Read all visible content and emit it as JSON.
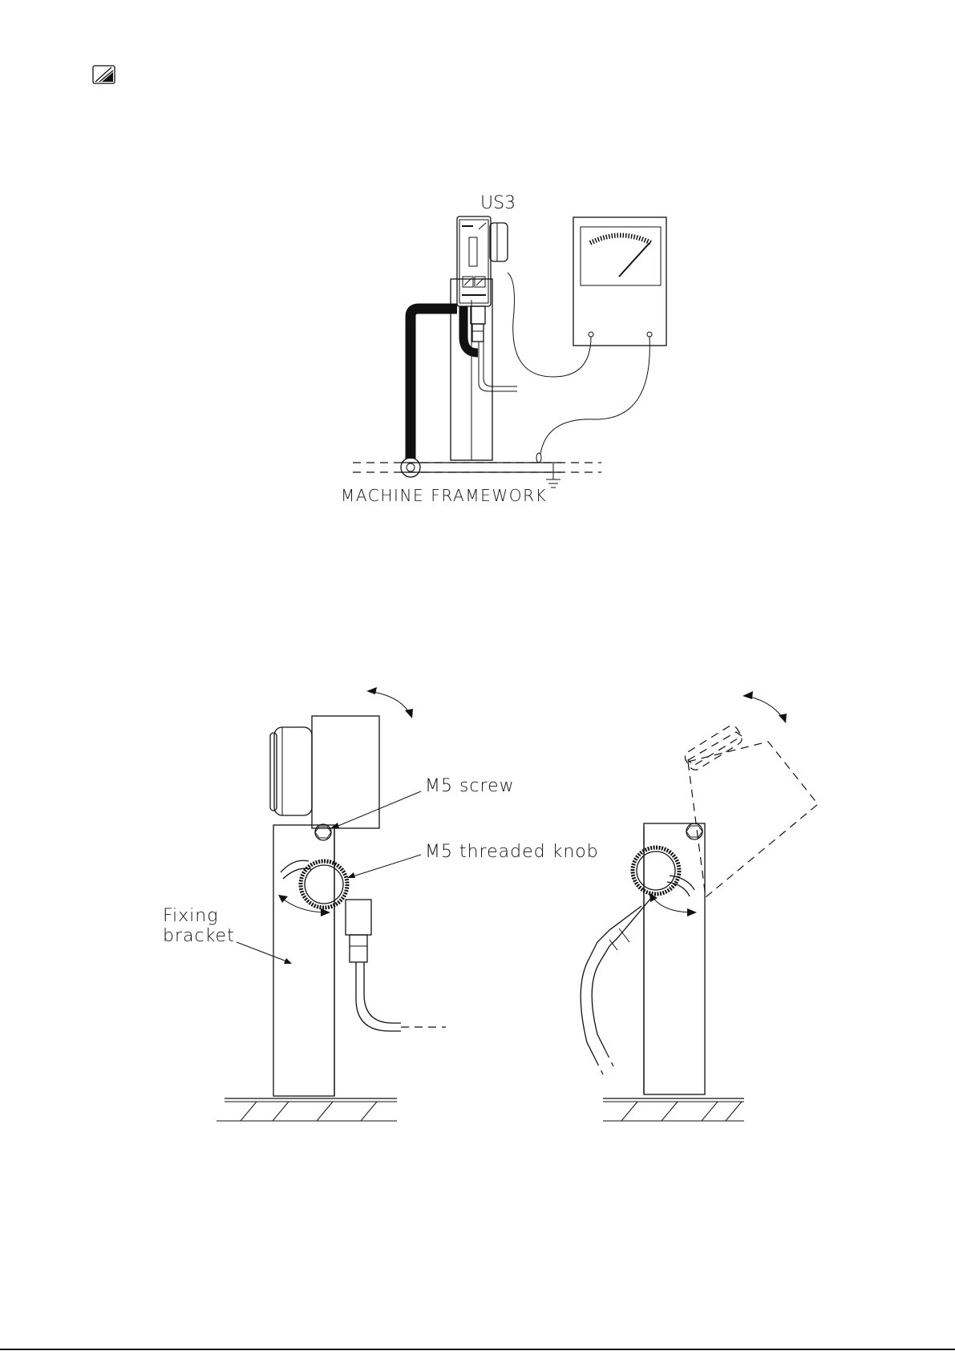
{
  "brand": {
    "icon": "logo-icon"
  },
  "diagram1": {
    "device_label": "US3",
    "ground_label": "MACHINE FRAMEWORK",
    "icons": [
      "device-icon",
      "meter-icon",
      "ground-icon"
    ]
  },
  "diagram2": {
    "screw_label": "M5 screw",
    "knob_label": "M5 threaded knob",
    "bracket_label_line1": "Fixing",
    "bracket_label_line2": "bracket",
    "icons": [
      "rotation-arrow-icon",
      "bracket-icon",
      "knob-icon"
    ]
  },
  "colors": {
    "ink": "#111111",
    "paper": "#ffffff"
  }
}
